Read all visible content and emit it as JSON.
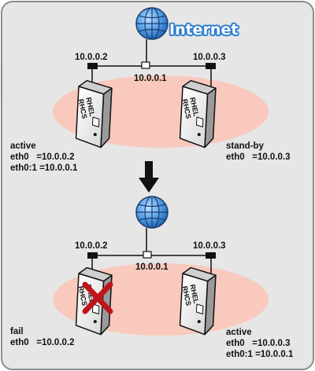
{
  "internet_label": "Internet",
  "top": {
    "left_ip": "10.0.0.2",
    "right_ip": "10.0.0.3",
    "center_ip": "10.0.0.1",
    "left_server_label": "RHEL\nRHCS",
    "right_server_label": "RHEL\nRHCS",
    "left_status": "active",
    "left_eth0": "eth0   =10.0.0.2",
    "left_eth0_1": "eth0:1 =10.0.0.1",
    "right_status": "stand-by",
    "right_eth0": "eth0   =10.0.0.3"
  },
  "bottom": {
    "left_ip": "10.0.0.2",
    "right_ip": "10.0.0.3",
    "center_ip": "10.0.0.1",
    "left_server_label": "RHEL\nRHCS",
    "right_server_label": "RHEL\nRHCS",
    "left_status": "fail",
    "left_eth0": "eth0   =10.0.0.2",
    "right_status": "active",
    "right_eth0": "eth0   =10.0.0.3",
    "right_eth0_1": "eth0:1 =10.0.0.1"
  },
  "colors": {
    "background": "#e6e6e6",
    "ellipse": "#f9c9bd",
    "globe": "#2f7dd1",
    "fail_mark": "#c0141b",
    "internet_text": "#2a7fd0"
  }
}
